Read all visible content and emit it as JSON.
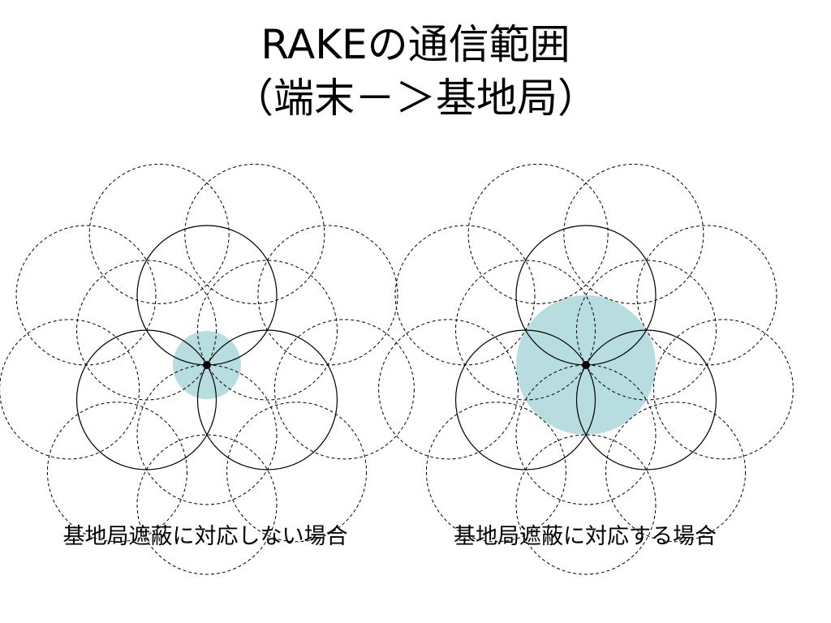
{
  "slide": {
    "title_line1": "RAKEの通信範囲",
    "title_line2": "（端末－＞基地局）"
  },
  "panels": [
    {
      "caption": "基地局遮蔽に対応しない場合",
      "coverage": "small"
    },
    {
      "caption": "基地局遮蔽に対応する場合",
      "coverage": "large"
    }
  ],
  "colors": {
    "coverage_fill": "#b7dde0",
    "line": "#000000",
    "background": "#ffffff"
  }
}
